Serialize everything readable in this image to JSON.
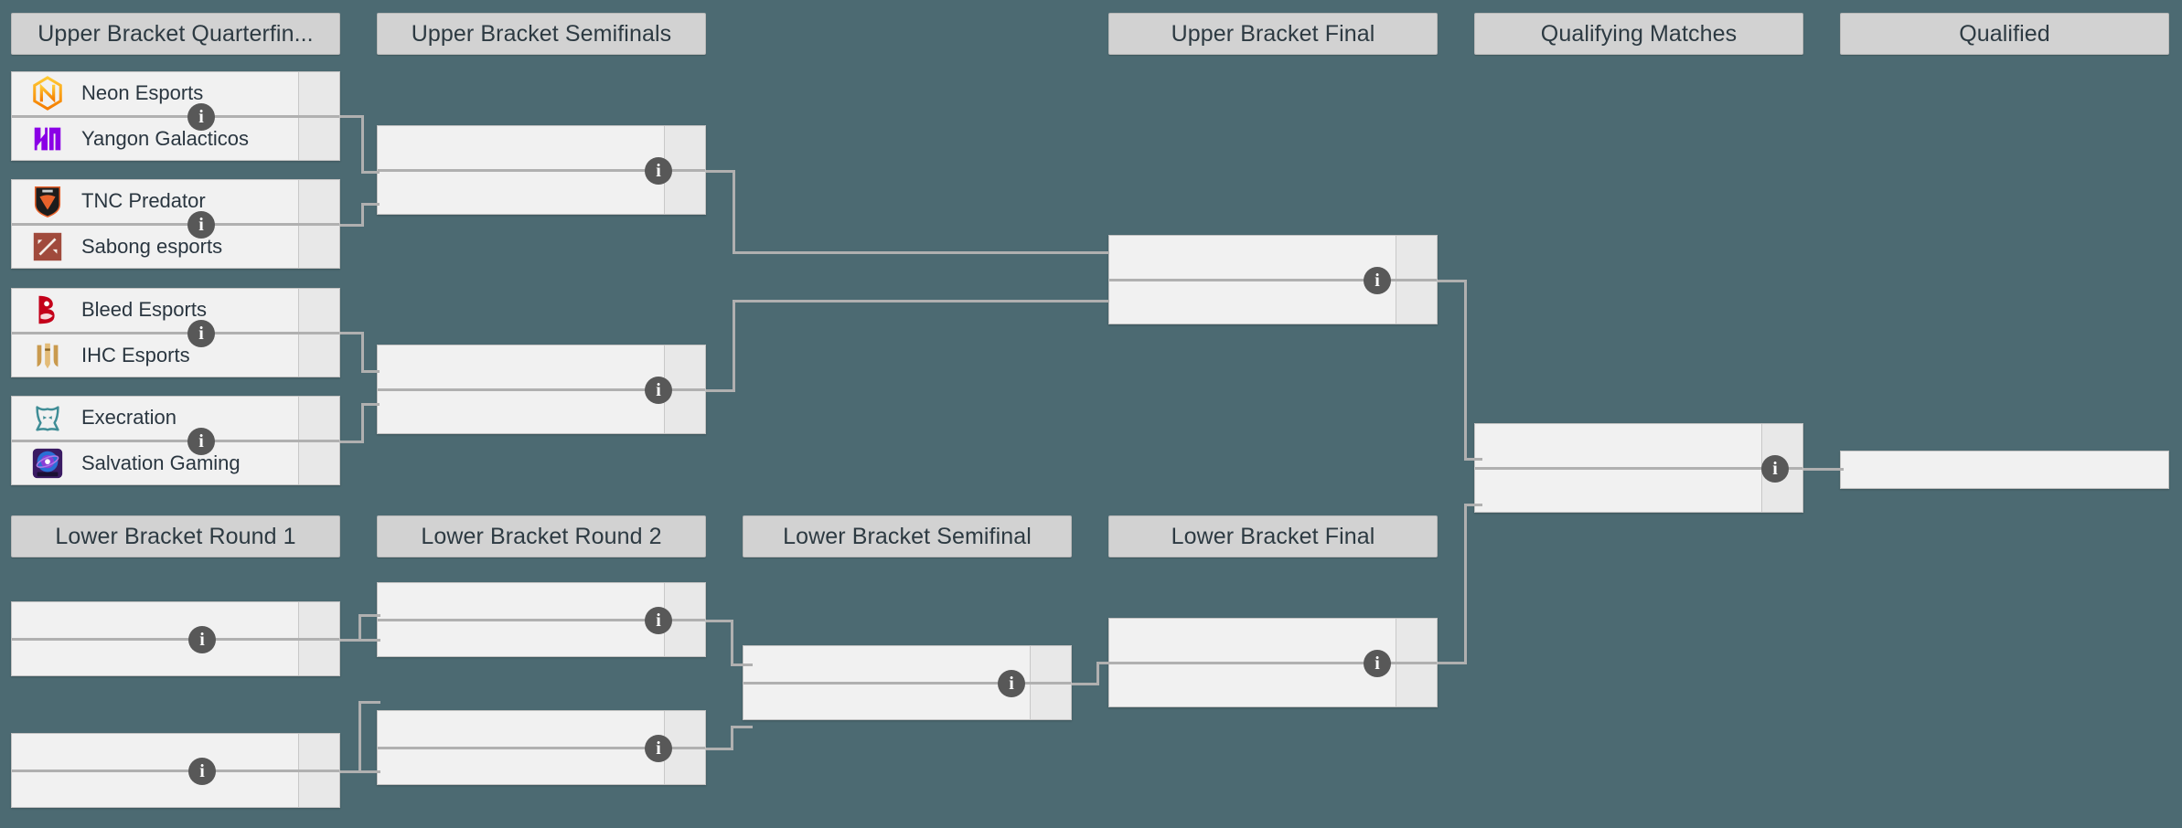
{
  "page": {
    "background_color": "#4c6a72",
    "title": "Tournament Double-Elimination Bracket"
  },
  "colors": {
    "canvas": "#4c6a72",
    "header_fill": "#d2d2d2",
    "match_fill": "#f1f1f1",
    "score_fill": "#e8e8e8",
    "line": "#b0b0b0",
    "text": "#2a3640",
    "info_badge": "#585858"
  },
  "headers": [
    {
      "id": "ub-qf",
      "label": "Upper Bracket Quarterfin..."
    },
    {
      "id": "ub-sf",
      "label": "Upper Bracket Semifinals"
    },
    {
      "id": "ub-f",
      "label": "Upper Bracket Final"
    },
    {
      "id": "qual-m",
      "label": "Qualifying Matches"
    },
    {
      "id": "qualified",
      "label": "Qualified"
    },
    {
      "id": "lb-r1",
      "label": "Lower Bracket Round 1"
    },
    {
      "id": "lb-r2",
      "label": "Lower Bracket Round 2"
    },
    {
      "id": "lb-sf",
      "label": "Lower Bracket Semifinal"
    },
    {
      "id": "lb-f",
      "label": "Lower Bracket Final"
    }
  ],
  "upper_bracket_quarterfinals": [
    {
      "id": "ubqf-1",
      "teams": [
        {
          "name": "Neon Esports",
          "logo": "neon-esports-logo",
          "score": ""
        },
        {
          "name": "Yangon Galacticos",
          "logo": "yangon-galacticos-logo",
          "score": ""
        }
      ],
      "info": "i"
    },
    {
      "id": "ubqf-2",
      "teams": [
        {
          "name": "TNC Predator",
          "logo": "tnc-predator-logo",
          "score": ""
        },
        {
          "name": "Sabong esports",
          "logo": "sabong-esports-logo",
          "score": ""
        }
      ],
      "info": "i"
    },
    {
      "id": "ubqf-3",
      "teams": [
        {
          "name": "Bleed Esports",
          "logo": "bleed-esports-logo",
          "score": ""
        },
        {
          "name": "IHC Esports",
          "logo": "ihc-esports-logo",
          "score": ""
        }
      ],
      "info": "i"
    },
    {
      "id": "ubqf-4",
      "teams": [
        {
          "name": "Execration",
          "logo": "execration-logo",
          "score": ""
        },
        {
          "name": "Salvation Gaming",
          "logo": "salvation-gaming-logo",
          "score": ""
        }
      ],
      "info": "i"
    }
  ],
  "upper_bracket_semifinals": [
    {
      "id": "ubsf-1",
      "teams": [
        {
          "name": "",
          "score": ""
        },
        {
          "name": "",
          "score": ""
        }
      ],
      "info": "i"
    },
    {
      "id": "ubsf-2",
      "teams": [
        {
          "name": "",
          "score": ""
        },
        {
          "name": "",
          "score": ""
        }
      ],
      "info": "i"
    }
  ],
  "upper_bracket_final": [
    {
      "id": "ubf-1",
      "teams": [
        {
          "name": "",
          "score": ""
        },
        {
          "name": "",
          "score": ""
        }
      ],
      "info": "i"
    }
  ],
  "lower_bracket_round1": [
    {
      "id": "lbr1-1",
      "teams": [
        {
          "name": "",
          "score": ""
        },
        {
          "name": "",
          "score": ""
        }
      ],
      "info": "i"
    },
    {
      "id": "lbr1-2",
      "teams": [
        {
          "name": "",
          "score": ""
        },
        {
          "name": "",
          "score": ""
        }
      ],
      "info": "i"
    }
  ],
  "lower_bracket_round2": [
    {
      "id": "lbr2-1",
      "teams": [
        {
          "name": "",
          "score": ""
        },
        {
          "name": "",
          "score": ""
        }
      ],
      "info": "i"
    },
    {
      "id": "lbr2-2",
      "teams": [
        {
          "name": "",
          "score": ""
        },
        {
          "name": "",
          "score": ""
        }
      ],
      "info": "i"
    }
  ],
  "lower_bracket_semifinal": [
    {
      "id": "lbsf-1",
      "teams": [
        {
          "name": "",
          "score": ""
        },
        {
          "name": "",
          "score": ""
        }
      ],
      "info": "i"
    }
  ],
  "lower_bracket_final": [
    {
      "id": "lbf-1",
      "teams": [
        {
          "name": "",
          "score": ""
        },
        {
          "name": "",
          "score": ""
        }
      ],
      "info": "i"
    }
  ],
  "qualifying_matches": [
    {
      "id": "qm-1",
      "teams": [
        {
          "name": "",
          "score": ""
        },
        {
          "name": "",
          "score": ""
        }
      ],
      "info": "i"
    }
  ],
  "qualified": [
    {
      "id": "qd-1",
      "teams": [
        {
          "name": "",
          "score": ""
        }
      ]
    }
  ]
}
